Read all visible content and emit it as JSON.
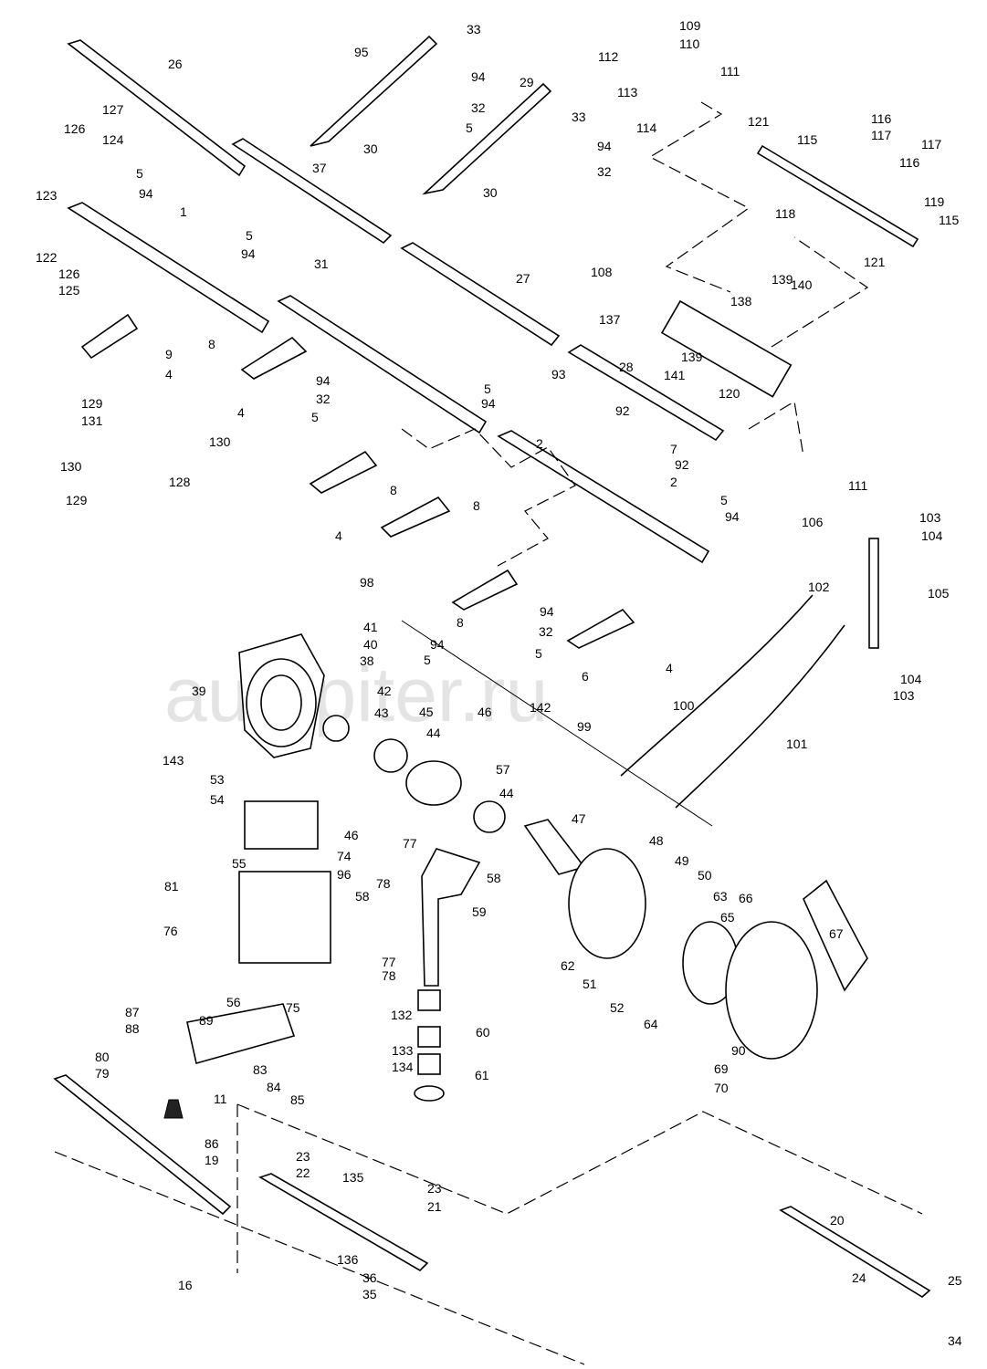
{
  "watermark": "autopiter.ru",
  "colors": {
    "line": "#000000",
    "background": "#ffffff",
    "watermark": "#d9d9d9"
  },
  "callouts": [
    "26",
    "95",
    "33",
    "109",
    "110",
    "112",
    "111",
    "94",
    "29",
    "113",
    "127",
    "32",
    "33",
    "126",
    "124",
    "5",
    "114",
    "121",
    "116",
    "117",
    "30",
    "94",
    "117",
    "116",
    "32",
    "37",
    "5",
    "94",
    "30",
    "123",
    "1",
    "118",
    "119",
    "115",
    "115",
    "122",
    "5",
    "94",
    "31",
    "126",
    "125",
    "121",
    "27",
    "108",
    "139",
    "140",
    "138",
    "137",
    "9",
    "8",
    "4",
    "139",
    "141",
    "120",
    "94",
    "32",
    "5",
    "4",
    "93",
    "28",
    "5",
    "94",
    "92",
    "7",
    "2",
    "92",
    "2",
    "129",
    "131",
    "130",
    "130",
    "128",
    "129",
    "8",
    "8",
    "4",
    "5",
    "94",
    "111",
    "106",
    "103",
    "104",
    "105",
    "98",
    "94",
    "32",
    "8",
    "5",
    "94",
    "5",
    "41",
    "40",
    "38",
    "39",
    "102",
    "6",
    "4",
    "104",
    "103",
    "42",
    "45",
    "46",
    "142",
    "43",
    "100",
    "44",
    "99",
    "101",
    "143",
    "53",
    "57",
    "44",
    "54",
    "46",
    "47",
    "48",
    "77",
    "74",
    "55",
    "96",
    "49",
    "50",
    "78",
    "81",
    "58",
    "63",
    "66",
    "65",
    "76",
    "58",
    "59",
    "67",
    "62",
    "51",
    "77",
    "78",
    "56",
    "75",
    "52",
    "64",
    "87",
    "132",
    "88",
    "89",
    "60",
    "133",
    "134",
    "80",
    "83",
    "79",
    "84",
    "90",
    "69",
    "70",
    "61",
    "85",
    "11",
    "86",
    "19",
    "23",
    "22",
    "135",
    "23",
    "21",
    "20",
    "136",
    "36",
    "16",
    "35",
    "24",
    "25",
    "34"
  ]
}
